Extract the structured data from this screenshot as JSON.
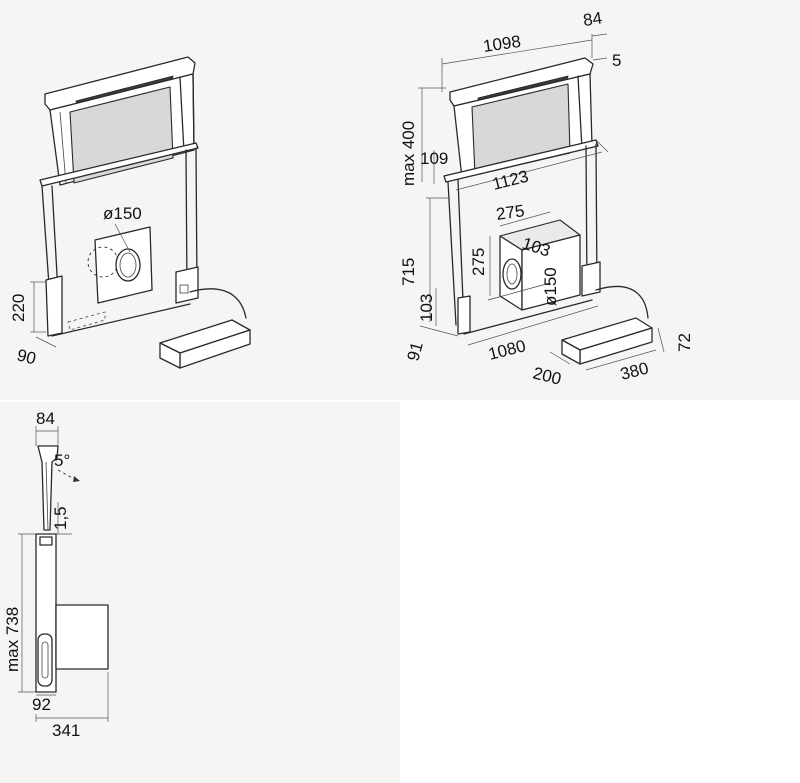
{
  "top_left_view": {
    "diameter_label": "ø150",
    "height_label": "220",
    "depth_label": "90"
  },
  "top_right_view": {
    "width_top": "1098",
    "depth_top": "84",
    "tilt_offset": "5",
    "max_height": "max 400",
    "lip_height": "109",
    "width_body": "1123",
    "body_height": "715",
    "motor_width": "275",
    "motor_depth": "103",
    "motor_height": "275",
    "outlet_diameter": "ø150",
    "base_height": "103",
    "base_depth": "91",
    "base_width": "1080",
    "box_height": "72",
    "box_depth": "200",
    "box_width": "380"
  },
  "side_view": {
    "top_depth": "84",
    "tilt_angle": "5°",
    "gap": "1,5",
    "max_height": "max 738",
    "bottom_depth": "92",
    "total_depth": "341"
  },
  "colors": {
    "background": "#f5f5f3",
    "line": "#2a2a2a"
  }
}
